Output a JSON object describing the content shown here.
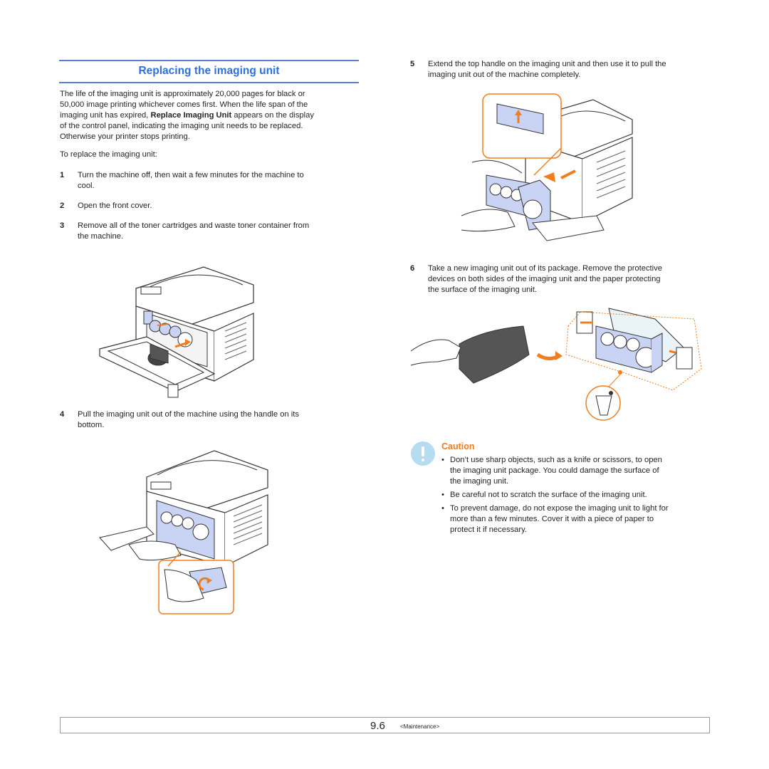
{
  "section": {
    "title": "Replacing the imaging unit"
  },
  "intro": {
    "line1": "The life of the imaging unit is approximately 20,000 pages for black or",
    "line2": "50,000 image printing whichever comes first. When the life span of the",
    "line3_a": "imaging unit has expired, ",
    "line3_bold": "Replace Imaging Unit",
    "line3_b": " appears on the display",
    "line4": "of the control panel, indicating the imaging unit needs to be replaced.",
    "line5": "Otherwise your printer stops printing.",
    "lead": "To replace the imaging unit:"
  },
  "steps": [
    {
      "num": "1",
      "lines": [
        "Turn the machine off, then wait a few minutes for the machine to",
        "cool."
      ]
    },
    {
      "num": "2",
      "lines": [
        "Open the front cover."
      ]
    },
    {
      "num": "3",
      "lines": [
        "Remove all of the toner cartridges and waste toner container from",
        "the machine."
      ]
    },
    {
      "num": "4",
      "lines": [
        "Pull the imaging unit out of the machine using the handle on its",
        "bottom."
      ]
    },
    {
      "num": "5",
      "lines": [
        "Extend the top handle on the imaging unit and then use it to pull the",
        "imaging unit out of the machine completely."
      ]
    },
    {
      "num": "6",
      "lines": [
        "Take a new imaging unit out of its package. Remove the protective",
        "devices on both sides of the imaging unit and the paper protecting",
        "the surface of the imaging unit."
      ]
    }
  ],
  "caution": {
    "label": "Caution",
    "bullets": [
      [
        "Don’t use sharp objects, such as a knife or scissors, to open",
        "the imaging unit package. You could damage the surface of",
        "the imaging unit."
      ],
      [
        "Be careful not to scratch the surface of the imaging unit."
      ],
      [
        "To prevent damage, do not expose the imaging unit to light for",
        "more than a few minutes. Cover it with a piece of paper to",
        "protect it if necessary."
      ]
    ]
  },
  "footer": {
    "page_number": "9.6",
    "chapter": "<Maintenance>"
  },
  "colors": {
    "title": "#2f6fe0",
    "rule": "#5a7ed6",
    "accent_orange": "#f07d1e",
    "unit_fill": "#c9d4f4"
  }
}
